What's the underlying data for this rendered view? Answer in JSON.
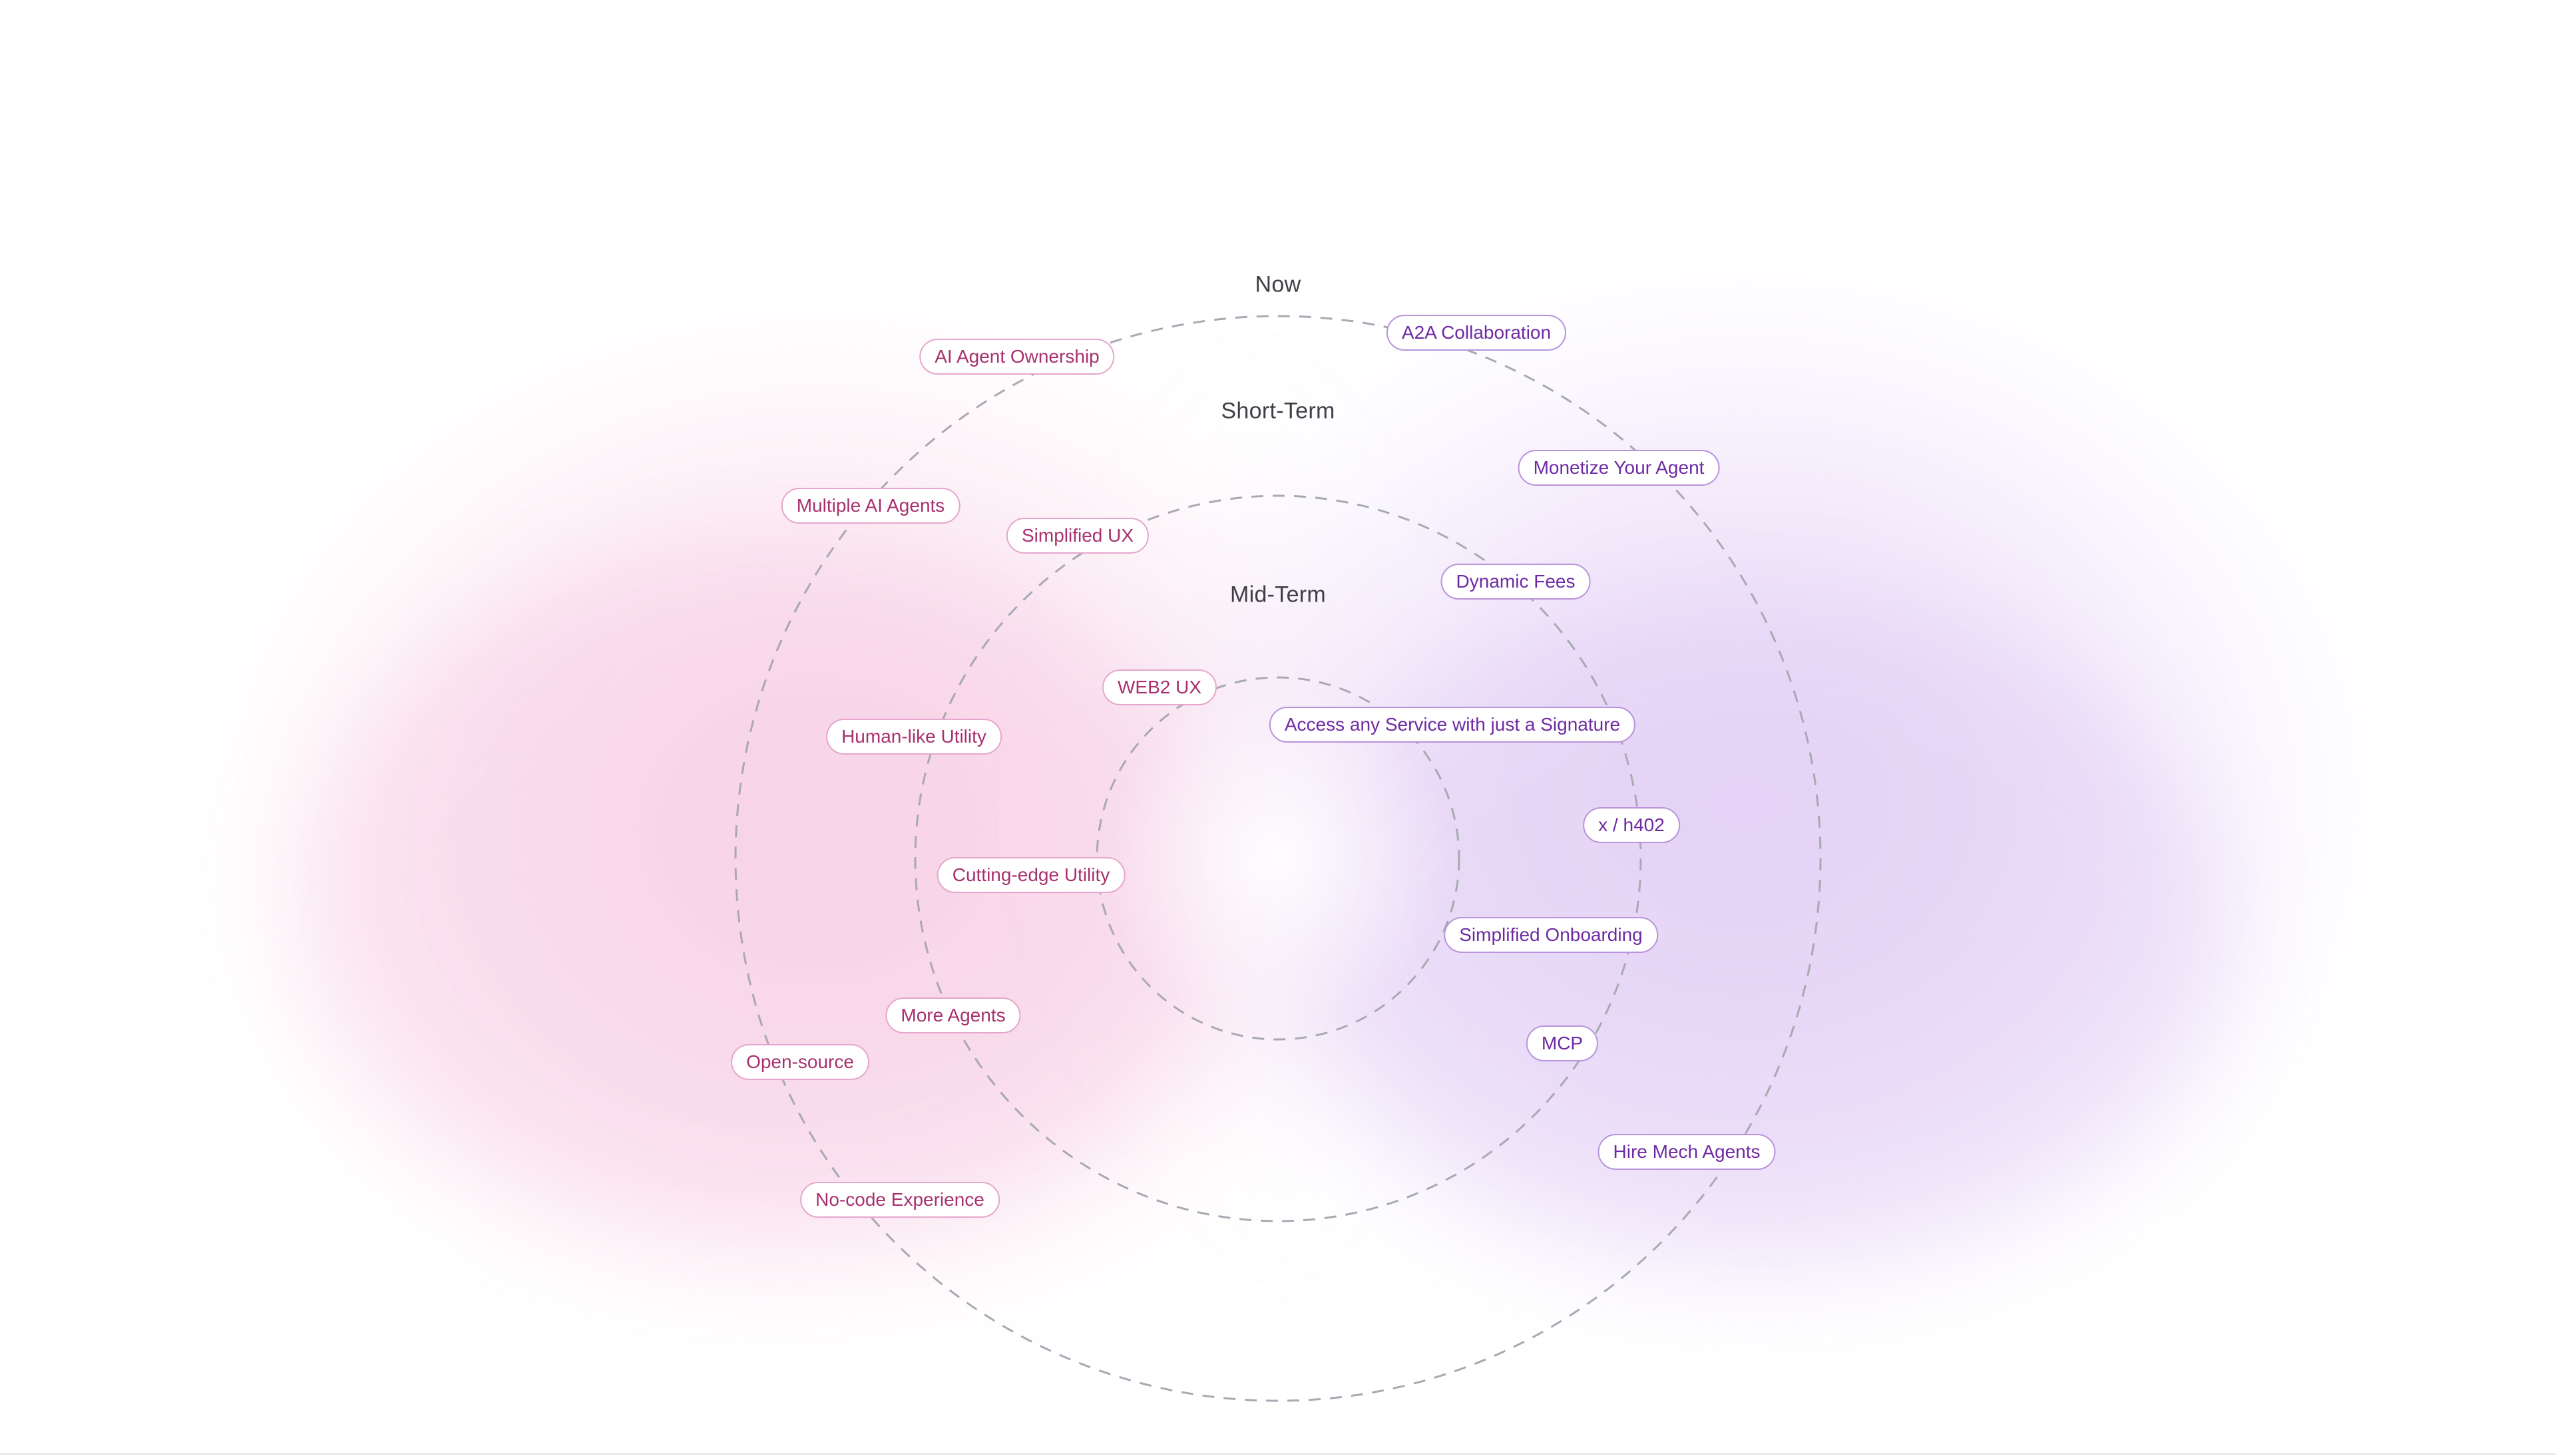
{
  "rings": {
    "now": "Now",
    "short_term": "Short-Term",
    "mid_term": "Mid-Term"
  },
  "colors": {
    "pink_accent": "#a8306e",
    "purple_accent": "#6e2aa3",
    "ring_stroke": "#a9a9b3"
  },
  "items": {
    "ai_agent_ownership": "AI Agent Ownership",
    "a2a_collaboration": "A2A Collaboration",
    "monetize_your_agent": "Monetize Your Agent",
    "multiple_ai_agents": "Multiple AI Agents",
    "simplified_ux": "Simplified UX",
    "dynamic_fees": "Dynamic Fees",
    "web2_ux": "WEB2 UX",
    "access_any_service": "Access any Service with just a Signature",
    "human_like_utility": "Human-like Utility",
    "x_h402": "x / h402",
    "cutting_edge_utility": "Cutting-edge Utility",
    "simplified_onboarding": "Simplified Onboarding",
    "more_agents": "More Agents",
    "mcp": "MCP",
    "open_source": "Open-source",
    "hire_mech_agents": "Hire Mech Agents",
    "no_code_experience": "No-code Experience"
  }
}
